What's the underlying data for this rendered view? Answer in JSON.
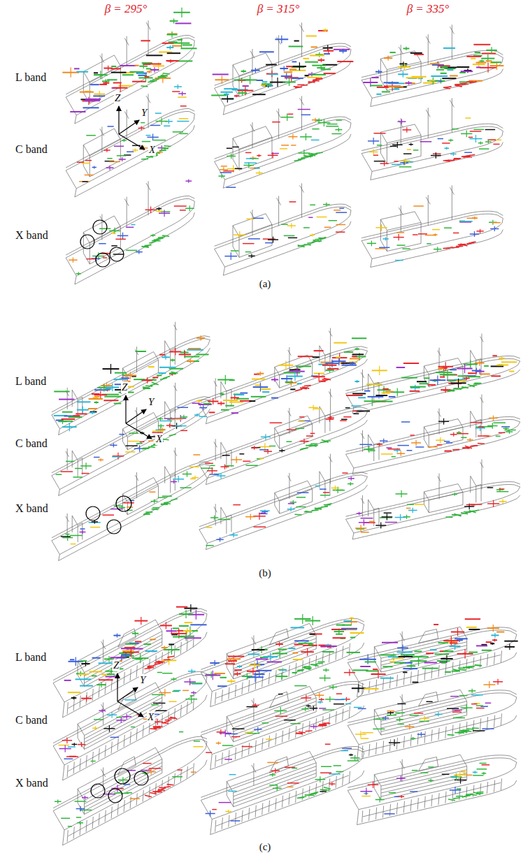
{
  "diagram": {
    "labels": [
      "β = 295°",
      "β = 315°",
      "β = 335°",
      "L band",
      "Z",
      "Y",
      "X",
      "C band",
      "X band",
      "(a)",
      "L band",
      "Z",
      "Y",
      "X",
      "C band",
      "X band",
      "(b)",
      "L band",
      "Z",
      "Y",
      "X",
      "C band",
      "X band",
      "(c)"
    ]
  }
}
